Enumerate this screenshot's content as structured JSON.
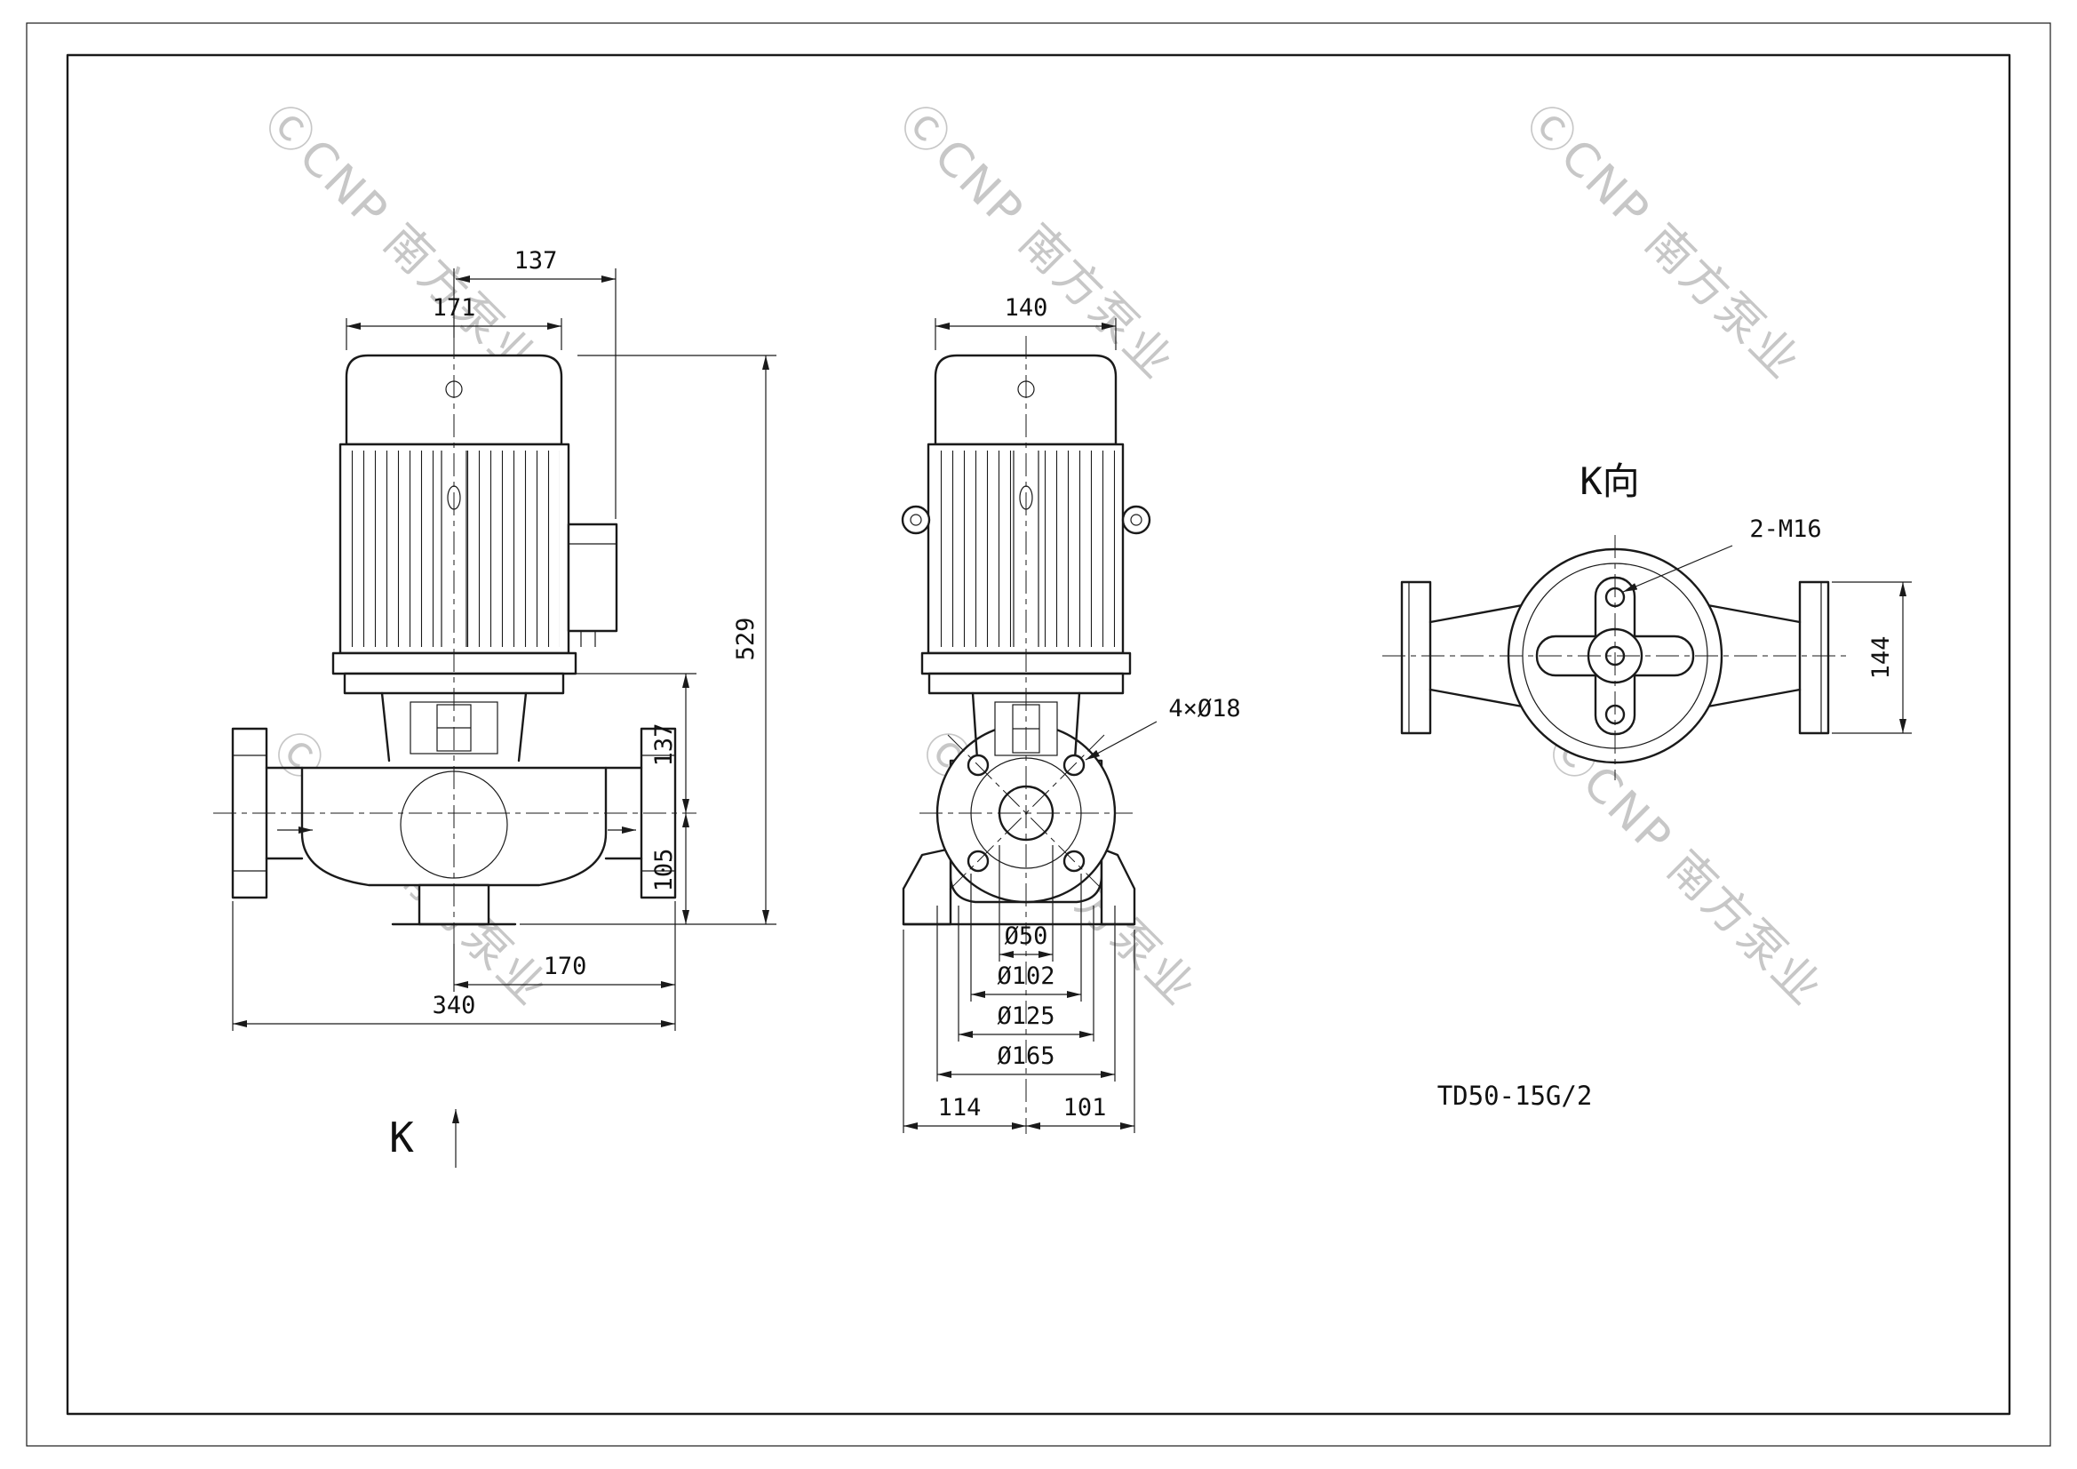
{
  "title_block": {
    "model": "TD50-15G/2"
  },
  "watermark": {
    "text": "ⒸCNP 南方泵业"
  },
  "front_view": {
    "k_label": "K",
    "dims": {
      "top_offset": "137",
      "motor_width": "171",
      "total_height": "529",
      "center_to_face": "137",
      "center_to_base": "105",
      "half_span": "170",
      "flange_span": "340"
    }
  },
  "side_view": {
    "dims": {
      "motor_depth": "140",
      "bolt_holes": "4×Ø18",
      "bore": "Ø50",
      "raised_face": "Ø102",
      "bolt_circle": "Ø125",
      "flange_od": "Ø165",
      "base_left": "114",
      "base_right": "101"
    }
  },
  "k_view": {
    "title": "K向",
    "dims": {
      "tapped_holes": "2-M16",
      "flange_width": "144"
    }
  }
}
